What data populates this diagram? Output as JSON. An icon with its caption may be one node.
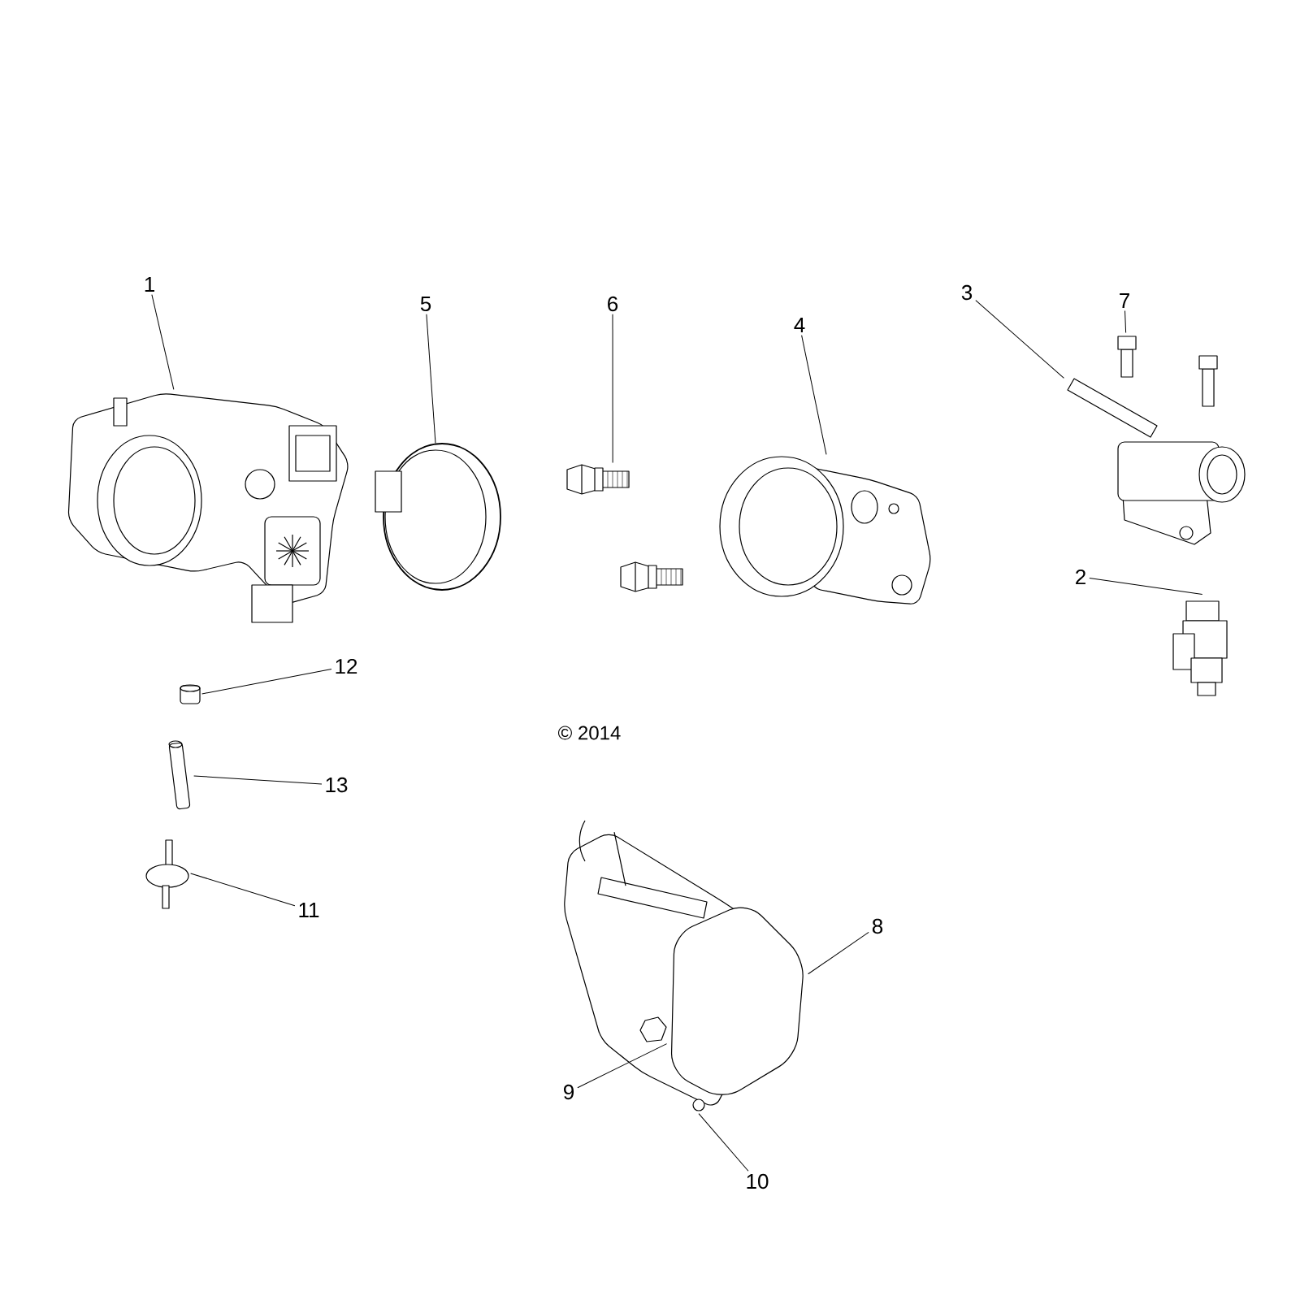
{
  "diagram": {
    "nodes": [
      {
        "text": [
          "1"
        ]
      },
      {
        "text": [
          "5"
        ]
      },
      {
        "text": [
          "6"
        ]
      },
      {
        "text": [
          "4"
        ]
      },
      {
        "text": [
          "3"
        ]
      },
      {
        "text": [
          "7"
        ]
      },
      {
        "text": [
          "2"
        ]
      },
      {
        "text": [
          "12"
        ]
      },
      {
        "text": [
          "13"
        ]
      },
      {
        "text": [
          "11"
        ]
      },
      {
        "text": [
          "8"
        ]
      },
      {
        "text": [
          "9"
        ]
      },
      {
        "text": [
          "10"
        ]
      },
      {
        "text": [],
        "shape": "picture"
      },
      {
        "text": [],
        "shape": "picture"
      },
      {
        "text": [],
        "shape": "picture"
      },
      {
        "text": [],
        "shape": "picture"
      },
      {
        "text": [],
        "shape": "picture"
      },
      {
        "text": [],
        "shape": "picture"
      },
      {
        "text": [],
        "shape": "picture"
      },
      {
        "text": [],
        "shape": "picture"
      },
      {
        "text": [],
        "shape": "picture"
      },
      {
        "text": [],
        "shape": "picture"
      },
      {
        "text": [],
        "shape": "picture"
      },
      {
        "text": [],
        "shape": "picture",
        "in": 23
      },
      {
        "text": [],
        "shape": "circle",
        "in": 23
      }
    ],
    "edges": [
      {
        "from": 0,
        "to": 13,
        "arrow": "none"
      },
      {
        "from": 1,
        "to": 14,
        "arrow": "none"
      },
      {
        "from": 2,
        "to": 15,
        "arrow": "none"
      },
      {
        "from": 3,
        "to": 16,
        "arrow": "none"
      },
      {
        "from": 4,
        "to": 17,
        "arrow": "none"
      },
      {
        "from": 5,
        "to": 18,
        "arrow": "none"
      },
      {
        "from": 6,
        "to": 19,
        "arrow": "none"
      },
      {
        "from": 7,
        "to": 20,
        "arrow": "none"
      },
      {
        "from": 8,
        "to": 21,
        "arrow": "none"
      },
      {
        "from": 9,
        "to": 22,
        "arrow": "none"
      },
      {
        "from": 10,
        "to": 23,
        "arrow": "none"
      },
      {
        "from": 11,
        "to": 24,
        "arrow": "none"
      },
      {
        "from": 12,
        "to": 25,
        "arrow": "none"
      }
    ],
    "labels": [
      "© 2014"
    ]
  }
}
